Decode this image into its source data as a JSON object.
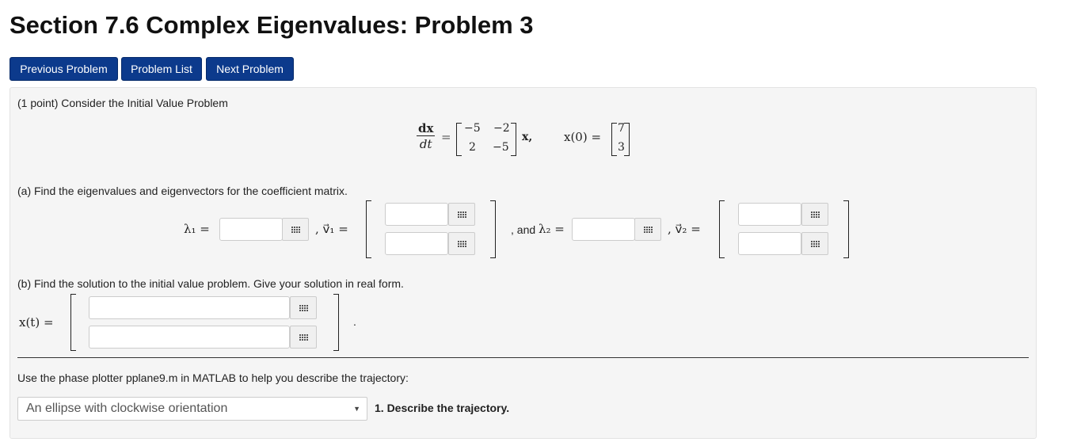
{
  "page": {
    "title": "Section 7.6 Complex Eigenvalues: Problem 3"
  },
  "nav": {
    "previous_label": "Previous Problem",
    "list_label": "Problem List",
    "next_label": "Next Problem"
  },
  "problem": {
    "intro": "(1 point) Consider the Initial Value Problem",
    "equation": {
      "numerator": "dx",
      "denominator": "dt",
      "equals": "=",
      "matrix": [
        [
          "−5",
          "−2"
        ],
        [
          "2",
          "−5"
        ]
      ],
      "vector_symbol": "x,",
      "initial_lhs": "x(0) =",
      "initial_vector": [
        "7",
        "3"
      ]
    },
    "part_a": {
      "prompt": "(a) Find the eigenvalues and eigenvectors for the coefficient matrix.",
      "lambda1_label": "λ₁ =",
      "v1_label": ", v⃗₁ =",
      "and_text": ", and",
      "lambda2_label": "λ₂ =",
      "v2_label": ", v⃗₂ ="
    },
    "part_b": {
      "prompt": "(b) Find the solution to the initial value problem. Give your solution in real form.",
      "lhs": "x(t) =",
      "period": "."
    },
    "part_c": {
      "prompt": "Use the phase plotter pplane9.m in MATLAB to help you describe the trajectory:",
      "select_value": "An ellipse with clockwise orientation",
      "select_label": "1. Describe the trajectory."
    }
  },
  "icons": {
    "palette": "equation-palette-icon",
    "dropdown": "dropdown-arrow-icon"
  },
  "colors": {
    "nav_button": "#0c3a8c",
    "panel_background": "#f5f5f5"
  }
}
